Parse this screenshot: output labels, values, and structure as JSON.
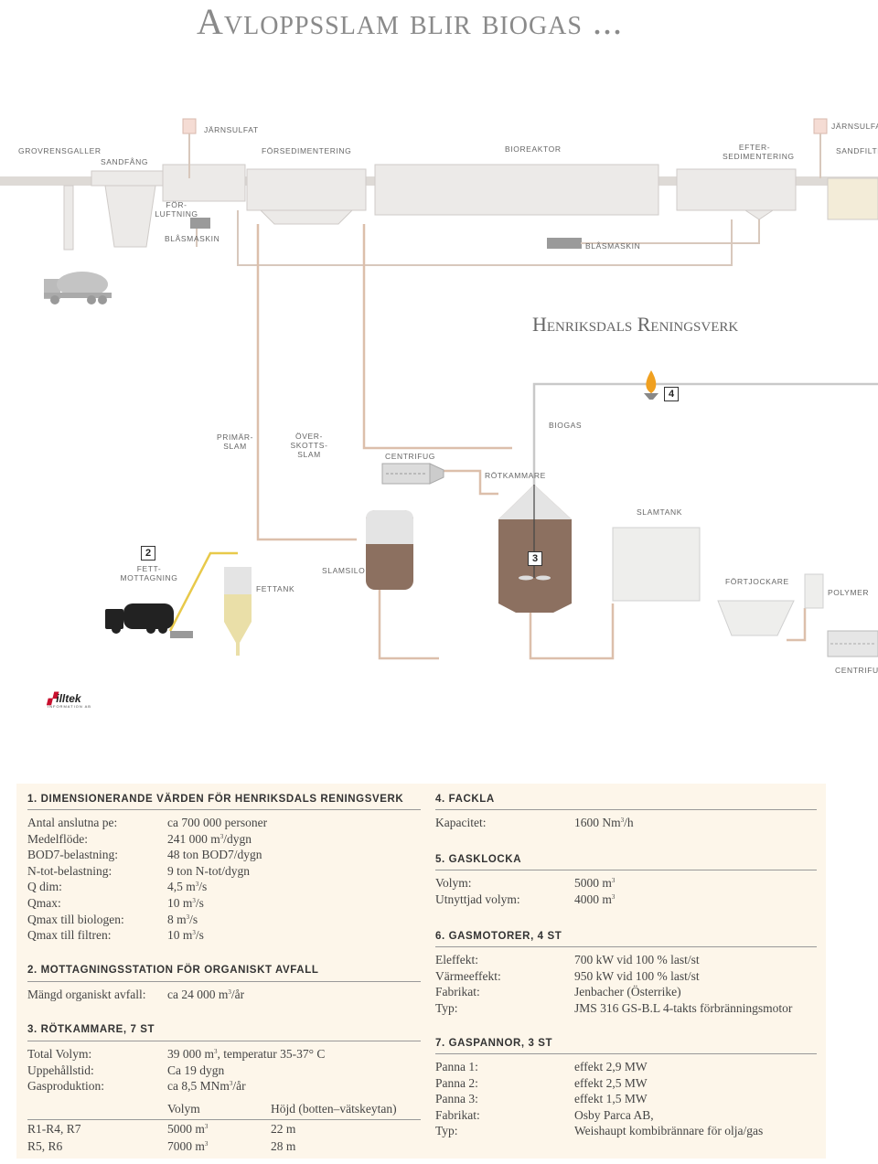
{
  "title": "Avloppsslam blir biogas ...",
  "plant_name": "Henriksdals Reningsverk",
  "labels": {
    "grovrensgaller": "GROVRENSGALLER",
    "sandfang": "SANDFÅNG",
    "jarnsulfat_1": "JÄRNSULFAT",
    "forsedimentering": "FÖRSEDIMENTERING",
    "bioreaktor": "BIOREAKTOR",
    "eftersedimentering_1": "EFTER-",
    "eftersedimentering_2": "SEDIMENTERING",
    "jarnsulfat_2": "JÄRNSULFAT",
    "sandfilter": "SANDFILTER",
    "forluftning_1": "FÖR-",
    "forluftning_2": "LUFTNING",
    "blasmaskin_1": "BLÅSMASKIN",
    "blasmaskin_2": "BLÅSMASKIN",
    "primarslam_1": "PRIMÄR-",
    "primarslam_2": "SLAM",
    "overskottsslam_1": "ÖVER-",
    "overskottsslam_2": "SKOTTS-",
    "overskottsslam_3": "SLAM",
    "centrifug_1": "CENTRIFUG",
    "biogas": "BIOGAS",
    "rotkammare": "RÖTKAMMARE",
    "slamtank": "SLAMTANK",
    "fettmottagning_1": "FETT-",
    "fettmottagning_2": "MOTTAGNING",
    "fettank": "FETTANK",
    "slamsilo": "SLAMSILO",
    "fortjockare": "FÖRTJOCKARE",
    "polymer": "POLYMER",
    "centrifug_2": "CENTRIFUG"
  },
  "badges": {
    "b2": "2",
    "b3": "3",
    "b4": "4"
  },
  "logo": {
    "name": "illtek",
    "sub": "INFORMATION AB"
  },
  "colors": {
    "sludge_line": "#d9b8a0",
    "gas_line": "#c8c8c8",
    "fat_line": "#e8c94a",
    "panel_bg": "#fdf6ea",
    "sludge": "#8c7060"
  },
  "info": {
    "s1": {
      "heading": "1. DIMENSIONERANDE VÄRDEN FÖR HENRIKSDALS RENINGSVERK",
      "rows": [
        {
          "k": "Antal anslutna pe:",
          "v": "ca 700 000 personer"
        },
        {
          "k": "Medelflöde:",
          "v": "241 000 m³/dygn"
        },
        {
          "k": "BOD7-belastning:",
          "v": "48 ton BOD7/dygn"
        },
        {
          "k": "N-tot-belastning:",
          "v": "9 ton N-tot/dygn"
        },
        {
          "k": "Q dim:",
          "v": "4,5 m³/s"
        },
        {
          "k": "Qmax:",
          "v": "10 m³/s"
        },
        {
          "k": "Qmax till biologen:",
          "v": "8 m³/s"
        },
        {
          "k": "Qmax till filtren:",
          "v": "10 m³/s"
        }
      ]
    },
    "s2": {
      "heading": "2. MOTTAGNINGSSTATION FÖR ORGANISKT AVFALL",
      "rows": [
        {
          "k": "Mängd organiskt avfall:",
          "v": "ca 24 000 m³/år"
        }
      ]
    },
    "s3": {
      "heading": "3. RÖTKAMMARE, 7 ST",
      "rows": [
        {
          "k": "Total Volym:",
          "v": "39 000 m³, temperatur 35-37° C"
        },
        {
          "k": "Uppehållstid:",
          "v": "Ca 19 dygn"
        },
        {
          "k": "Gasproduktion:",
          "v": "ca 8,5 MNm³/år"
        }
      ],
      "table_head": {
        "volym": "Volym",
        "hojd": "Höjd (botten–vätskeytan)"
      },
      "table": [
        {
          "k": "R1-R4, R7",
          "volym": "5000 m³",
          "hojd": "22 m"
        },
        {
          "k": "R5, R6",
          "volym": "7000 m³",
          "hojd": "28 m"
        }
      ]
    },
    "s4": {
      "heading": "4. FACKLA",
      "rows": [
        {
          "k": "Kapacitet:",
          "v": "1600 Nm³/h"
        }
      ]
    },
    "s5": {
      "heading": "5. GASKLOCKA",
      "rows": [
        {
          "k": "Volym:",
          "v": "5000 m³"
        },
        {
          "k": "Utnyttjad volym:",
          "v": "4000 m³"
        }
      ]
    },
    "s6": {
      "heading": "6. GASMOTORER, 4 ST",
      "rows": [
        {
          "k": "Eleffekt:",
          "v": "700 kW vid 100 % last/st"
        },
        {
          "k": "Värmeeffekt:",
          "v": "950 kW vid 100 % last/st"
        },
        {
          "k": "Fabrikat:",
          "v": "Jenbacher (Österrike)"
        },
        {
          "k": "Typ:",
          "v": "JMS 316 GS-B.L 4-takts förbränningsmotor"
        }
      ]
    },
    "s7": {
      "heading": "7. GASPANNOR, 3 ST",
      "rows": [
        {
          "k": "Panna 1:",
          "v": "effekt 2,9 MW"
        },
        {
          "k": "Panna 2:",
          "v": "effekt 2,5 MW"
        },
        {
          "k": "Panna 3:",
          "v": "effekt 1,5 MW"
        },
        {
          "k": "Fabrikat:",
          "v": "Osby Parca AB,"
        },
        {
          "k": "Typ:",
          "v": "Weishaupt kombibrännare för olja/gas"
        }
      ]
    }
  }
}
